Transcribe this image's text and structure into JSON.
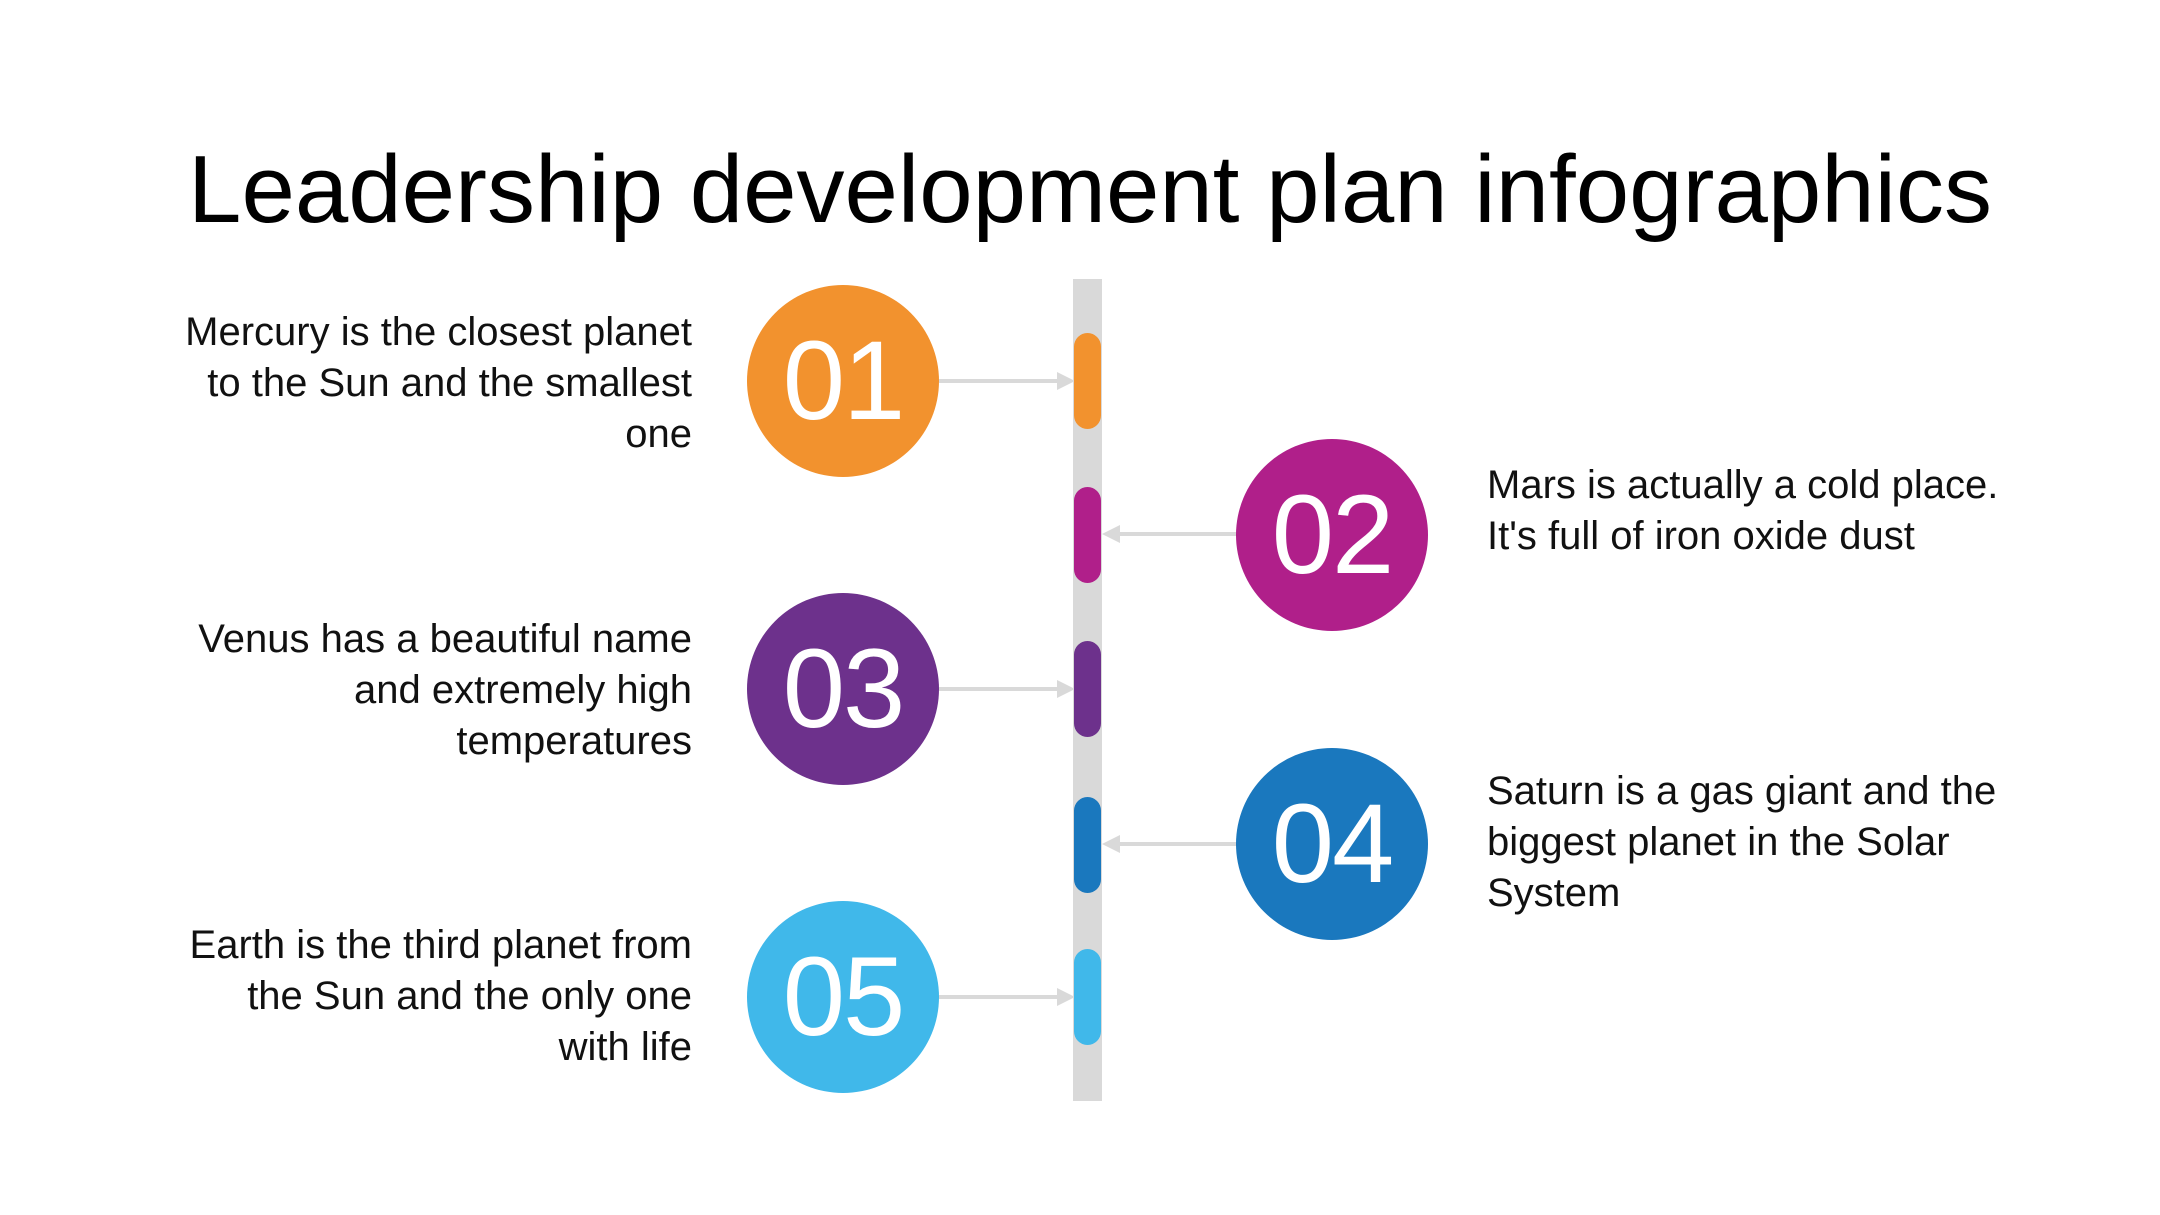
{
  "title": "Leadership development plan infographics",
  "steps": [
    {
      "number": "01",
      "text": "Mercury is the closest planet to the Sun and the smallest one",
      "color": "#f2922e"
    },
    {
      "number": "02",
      "text": "Mars is actually a cold place. It's full of iron oxide dust",
      "color": "#b01f8a"
    },
    {
      "number": "03",
      "text": "Venus has a beautiful name and extremely high temperatures",
      "color": "#6d318c"
    },
    {
      "number": "04",
      "text": "Saturn is a gas giant and the biggest planet in the Solar System",
      "color": "#1a78be"
    },
    {
      "number": "05",
      "text": "Earth is the third planet from the Sun and the only one with life",
      "color": "#40b8ea"
    }
  ]
}
